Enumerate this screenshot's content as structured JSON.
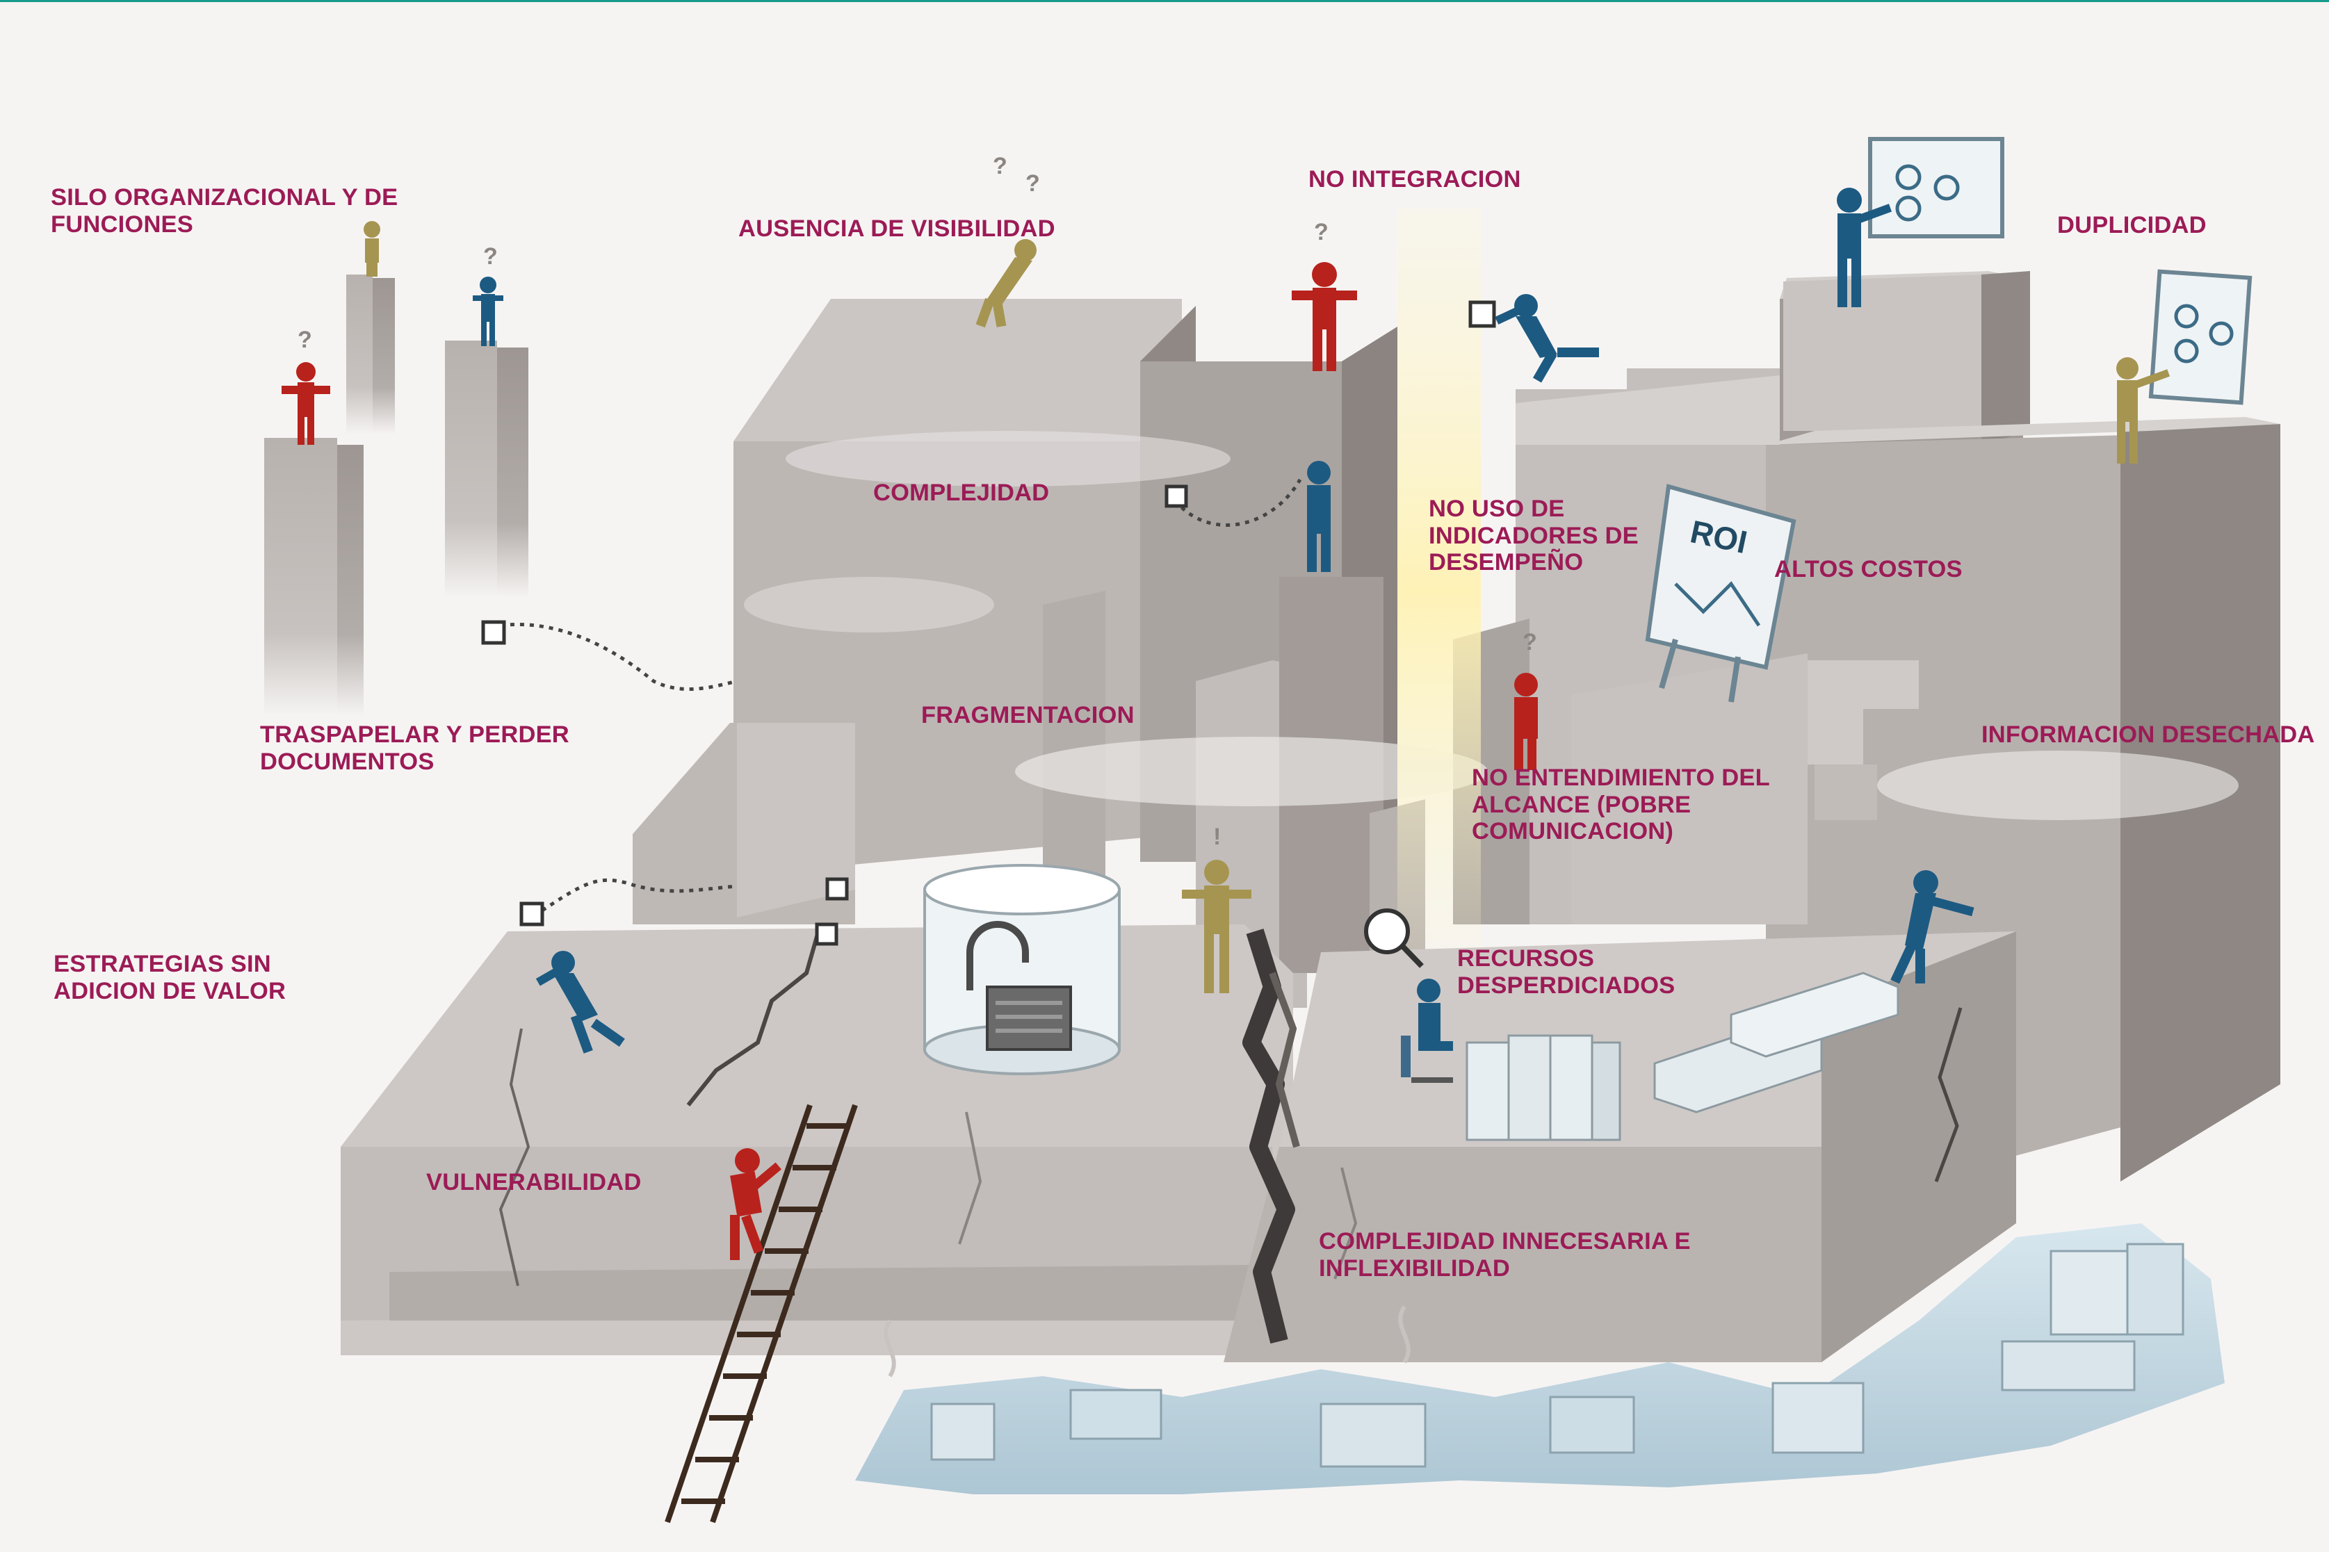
{
  "colors": {
    "label": "#9c1b56",
    "accent_line": "#169a8c",
    "figure_red": "#b8221d",
    "figure_blue": "#1d5a82",
    "figure_gold": "#a69551",
    "rock": "#c9c4c1",
    "server_ice": "#b9d2df"
  },
  "labels": {
    "silo": "SILO ORGANIZACIONAL Y DE\nFUNCIONES",
    "visibilidad": "AUSENCIA DE VISIBILIDAD",
    "integracion": "NO INTEGRACION",
    "duplicidad": "DUPLICIDAD",
    "complejidad": "COMPLEJIDAD",
    "indicadores": "NO USO DE\nINDICADORES DE\nDESEMPEÑO",
    "costos": "ALTOS COSTOS",
    "traspapelar": "TRASPAPELAR Y PERDER\nDOCUMENTOS",
    "fragmentacion": "FRAGMENTACION",
    "desechada": "INFORMACION DESECHADA",
    "alcance": "NO ENTENDIMIENTO DEL\nALCANCE (POBRE\nCOMUNICACION)",
    "estrategias": "ESTRATEGIAS SIN\nADICION DE VALOR",
    "recursos": "RECURSOS\nDESPERDICIADOS",
    "vulnerabilidad": "VULNERABILIDAD",
    "complejidad_innecesaria": "COMPLEJIDAD INNECESARIA E\nINFLEXIBILIDAD"
  },
  "sign": {
    "roi": "ROI"
  }
}
